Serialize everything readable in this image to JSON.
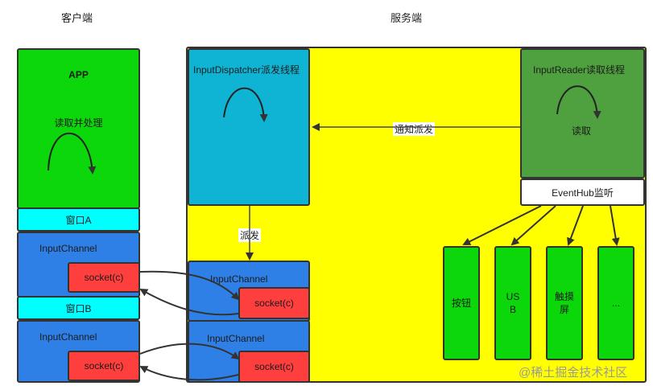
{
  "headers": {
    "client": "客户端",
    "server": "服务端"
  },
  "client": {
    "app_title": "APP",
    "app_subtitle": "读取并处理",
    "window_a": "窗口A",
    "window_b": "窗口B",
    "channel_a": "InputChannel",
    "channel_b": "InputChannel",
    "socket_a": "socket(c)",
    "socket_b": "socket(c)"
  },
  "server": {
    "dispatcher_title": "InputDispatcher派发线程",
    "reader_title": "InputReader读取线程",
    "reader_sub": "读取",
    "eventhub": "EventHub监听",
    "notify_label": "通知派发",
    "dispatch_label": "派发",
    "channel_top": "InputChannel",
    "channel_bottom": "InputChannel",
    "socket_top": "socket(c)",
    "socket_bottom": "socket(c)",
    "devices": [
      "按钮",
      "US\nB",
      "触摸\n屏",
      "..."
    ]
  },
  "watermark": "@稀土掘金技术社区",
  "colors": {
    "app_green": "#0bd70b",
    "window_cyan": "#00ffff",
    "channel_blue": "#2f80e6",
    "dispatcher_teal": "#0fb4d4",
    "server_yellow": "#ffff00",
    "reader_green": "#4fa13f",
    "socket_red": "#ff3e3e"
  }
}
